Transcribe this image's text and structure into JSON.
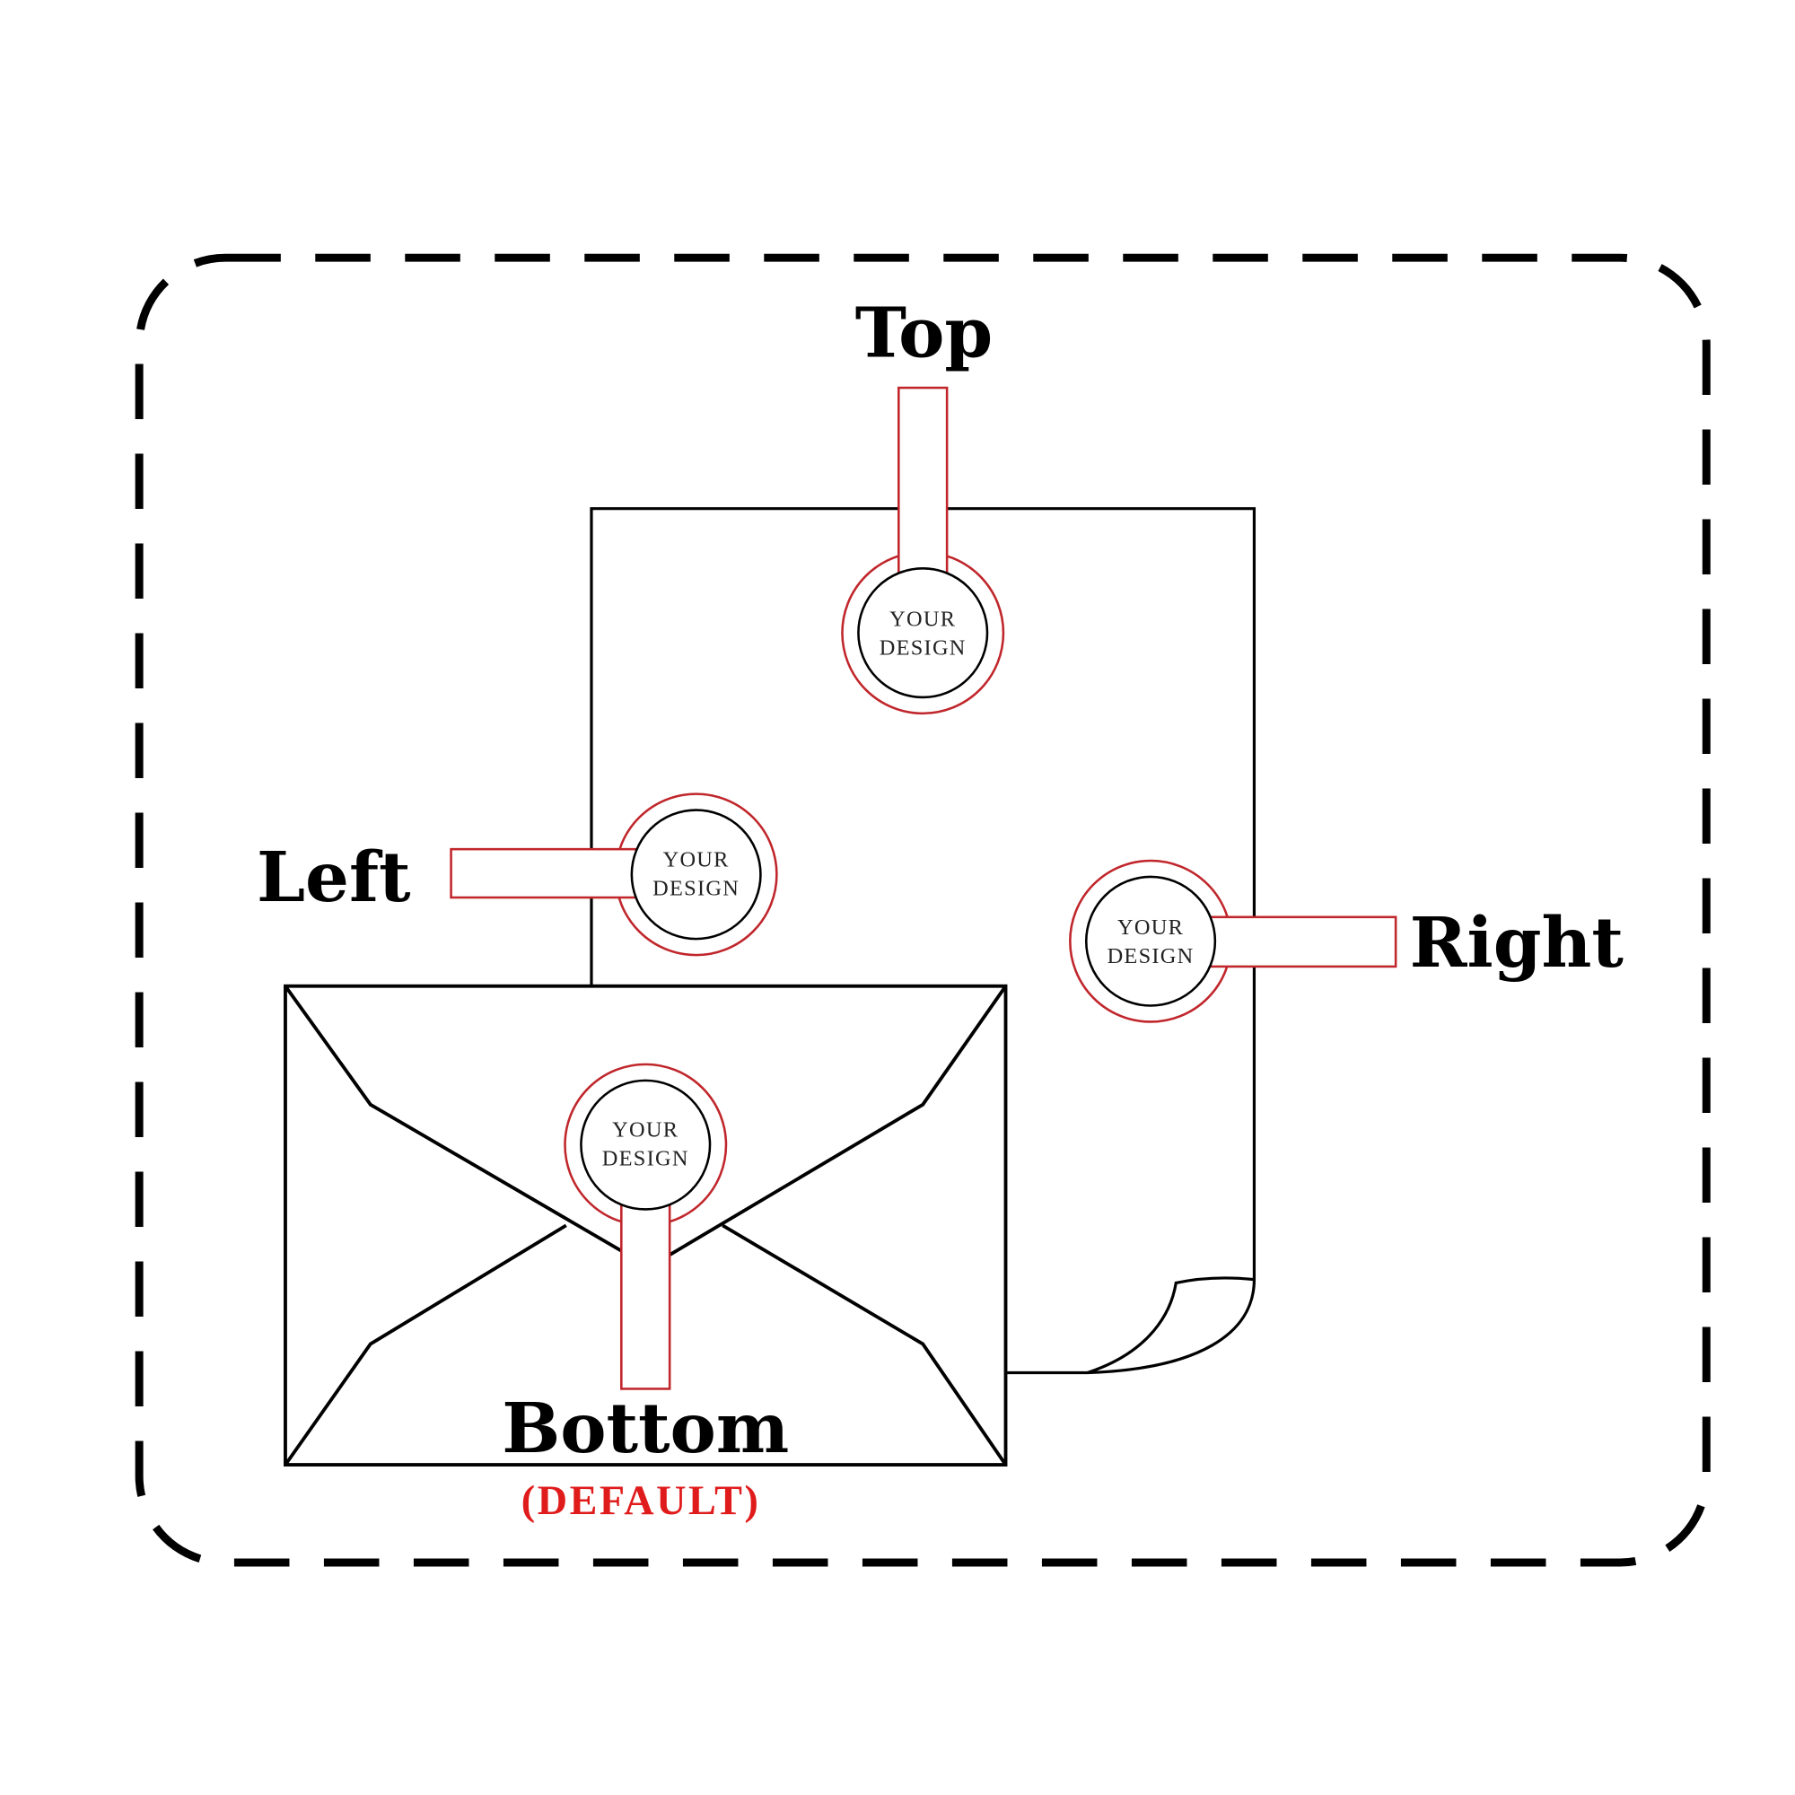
{
  "labels": {
    "top": "Top",
    "left": "Left",
    "right": "Right",
    "bottom": "Bottom",
    "default": "(DEFAULT)"
  },
  "seal": {
    "line1": "YOUR",
    "line2": "DESIGN"
  },
  "colors": {
    "seal_outline": "#c0262b",
    "default_text": "#e01b1b",
    "line": "#000000"
  }
}
